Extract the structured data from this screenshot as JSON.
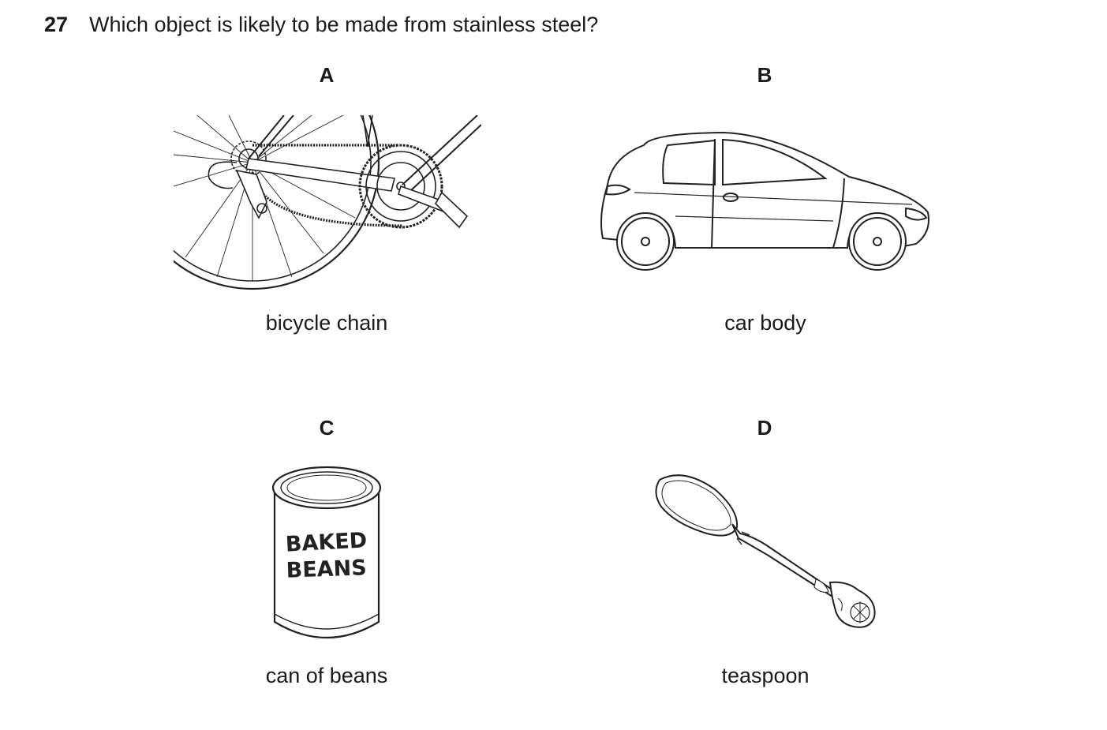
{
  "question": {
    "number": "27",
    "text": "Which object is likely to be made from stainless steel?"
  },
  "options": [
    {
      "letter": "A",
      "caption": "bicycle chain",
      "icon": "bicycle-chain-icon"
    },
    {
      "letter": "B",
      "caption": "car body",
      "icon": "car-icon"
    },
    {
      "letter": "C",
      "caption": "can of beans",
      "icon": "tin-can-icon",
      "can_label": [
        "BAKED",
        "BEANS"
      ]
    },
    {
      "letter": "D",
      "caption": "teaspoon",
      "icon": "teaspoon-icon"
    }
  ]
}
